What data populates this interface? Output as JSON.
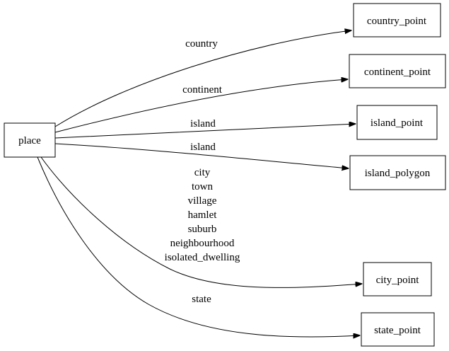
{
  "colors": {
    "background": "#ffffff",
    "line": "#000000",
    "text": "#000000"
  },
  "nodes": {
    "place": {
      "label": "place"
    },
    "country_point": {
      "label": "country_point"
    },
    "continent_point": {
      "label": "continent_point"
    },
    "island_point": {
      "label": "island_point"
    },
    "island_polygon": {
      "label": "island_polygon"
    },
    "city_point": {
      "label": "city_point"
    },
    "state_point": {
      "label": "state_point"
    }
  },
  "edges": [
    {
      "from": "place",
      "to": "country_point",
      "label": "country"
    },
    {
      "from": "place",
      "to": "continent_point",
      "label": "continent"
    },
    {
      "from": "place",
      "to": "island_point",
      "label": "island"
    },
    {
      "from": "place",
      "to": "island_polygon",
      "label": "island"
    },
    {
      "from": "place",
      "to": "city_point",
      "label_lines": [
        "city",
        "town",
        "village",
        "hamlet",
        "suburb",
        "neighbourhood",
        "isolated_dwelling"
      ]
    },
    {
      "from": "place",
      "to": "state_point",
      "label": "state"
    }
  ]
}
